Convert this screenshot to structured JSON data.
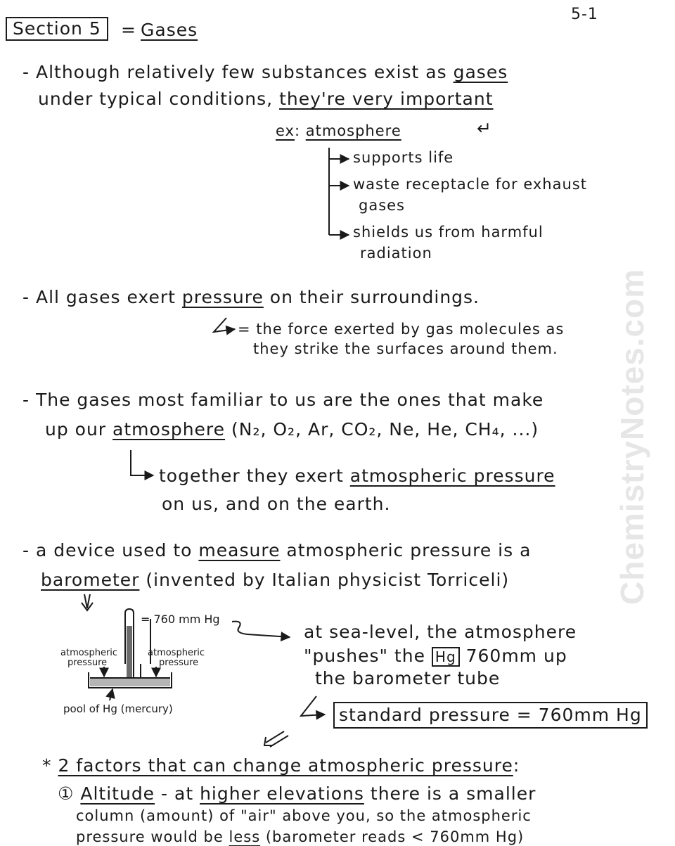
{
  "header": {
    "section_label": "Section 5",
    "equals": "=",
    "title": "Gases",
    "page_number": "5-1"
  },
  "watermark": "ChemistryNotes.com",
  "intro": {
    "line1_pre": "- Although relatively few substances exist as",
    "line1_u": "gases",
    "line2_pre": "under typical conditions,",
    "line2_u": "they're very important",
    "ex_label": "ex",
    "ex_colon": ":",
    "ex_word": "atmosphere",
    "return_arrow": "↵",
    "bullets": [
      "supports life",
      "waste receptacle for exhaust",
      "gases",
      "shields us from harmful",
      "radiation"
    ]
  },
  "pressure": {
    "pre": "- All gases exert",
    "u": "pressure",
    "post": "on their surroundings.",
    "def1": "= the force exerted by gas molecules as",
    "def2": "they strike the surfaces around them."
  },
  "familiar": {
    "line1": "- The gases most familiar to us are the ones that make",
    "line2_pre": "up our",
    "line2_u": "atmosphere",
    "line2_post": "(N₂, O₂, Ar, CO₂, Ne, He, CH₄, ...)",
    "together_pre": "together they exert",
    "together_u": "atmospheric pressure",
    "together2": "on us, and on the earth."
  },
  "device": {
    "line1_pre": "- a device used to",
    "line1_u": "measure",
    "line1_post": "atmospheric pressure is a",
    "line2_u": "barometer",
    "line2_post": "(invented by Italian physicist Torriceli)"
  },
  "diagram": {
    "height_label": "= 760 mm Hg",
    "atm_left": [
      "atmospheric",
      "pressure"
    ],
    "atm_right": [
      "atmospheric",
      "pressure"
    ],
    "pool_label": "pool of Hg (mercury)"
  },
  "sea_level": {
    "line1": "at sea-level, the atmosphere",
    "line2_pre": "\"pushes\" the",
    "line2_box": "Hg",
    "line2_post": "760mm up",
    "line3": "the barometer tube",
    "standard": "standard pressure = 760mm Hg"
  },
  "factors": {
    "star": "*",
    "heading_u": "2 factors that can change atmospheric pressure",
    "heading_colon": ":",
    "item1_num": "①",
    "item1_u": "Altitude",
    "item1_mid": "- at",
    "item1_u2": "higher elevations",
    "item1_post": "there is a smaller",
    "item1_line2": "column (amount) of \"air\" above you, so the atmospheric",
    "item1_line3_pre": "pressure would be",
    "item1_line3_u": "less",
    "item1_line3_post": "(barometer reads < 760mm Hg)"
  }
}
